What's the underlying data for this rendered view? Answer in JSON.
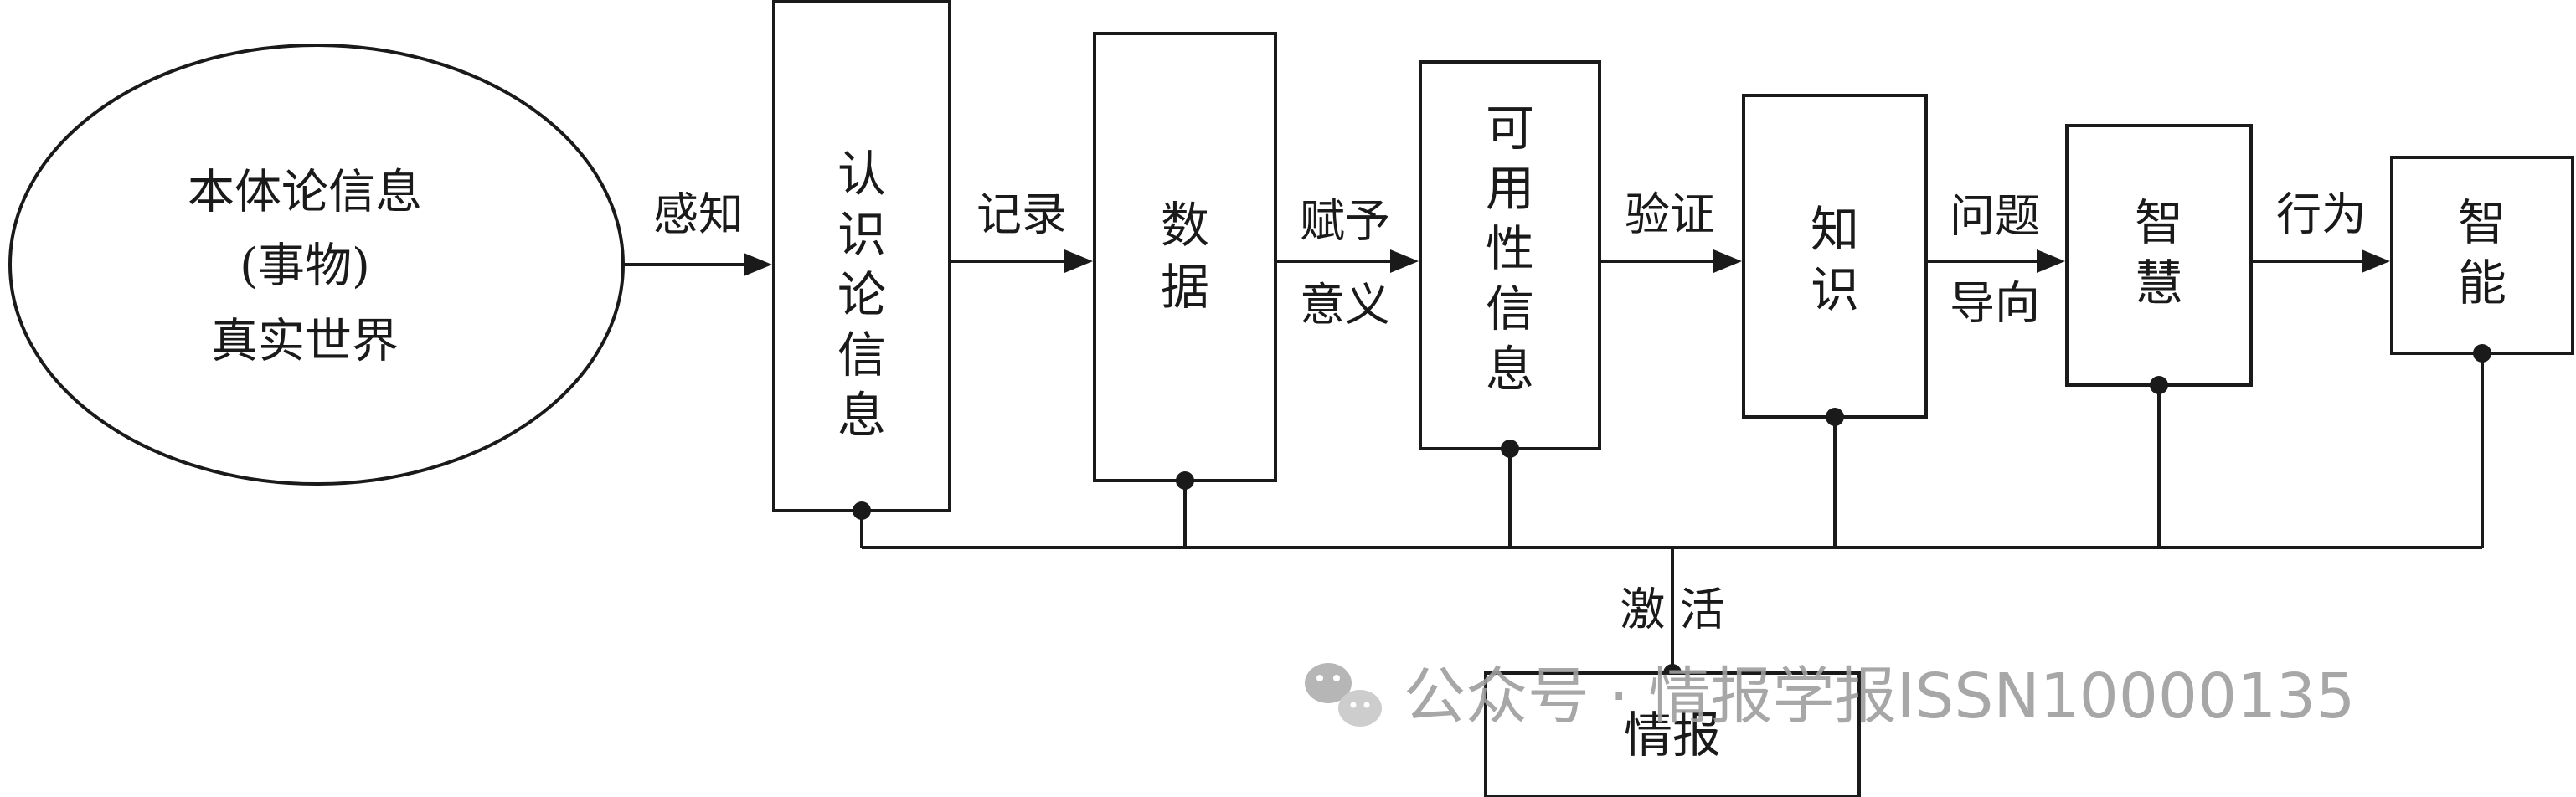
{
  "source": {
    "label_lines": [
      "本体论信息",
      "(事物)",
      "真实世界"
    ]
  },
  "boxes": [
    {
      "id": "epistemic",
      "label": "认识论信息"
    },
    {
      "id": "data",
      "label": "数据"
    },
    {
      "id": "usable",
      "label": "可用性信息"
    },
    {
      "id": "knowledge",
      "label": "知识"
    },
    {
      "id": "wisdom",
      "label": "智慧"
    },
    {
      "id": "intelligence",
      "label": "智能"
    }
  ],
  "arrows": [
    {
      "from": "source",
      "to": "epistemic",
      "lines": [
        "感知"
      ]
    },
    {
      "from": "epistemic",
      "to": "data",
      "lines": [
        "记录"
      ]
    },
    {
      "from": "data",
      "to": "usable",
      "lines": [
        "赋予",
        "意义"
      ]
    },
    {
      "from": "usable",
      "to": "knowledge",
      "lines": [
        "验证"
      ]
    },
    {
      "from": "knowledge",
      "to": "wisdom",
      "lines": [
        "问题",
        "导向"
      ]
    },
    {
      "from": "wisdom",
      "to": "intelligence",
      "lines": [
        "行为"
      ]
    }
  ],
  "feedback": {
    "label": "激  活",
    "box_label": "情报"
  },
  "watermark": {
    "icon": "wechat-icon",
    "text": "公众号 · 情报学报ISSN10000135"
  }
}
